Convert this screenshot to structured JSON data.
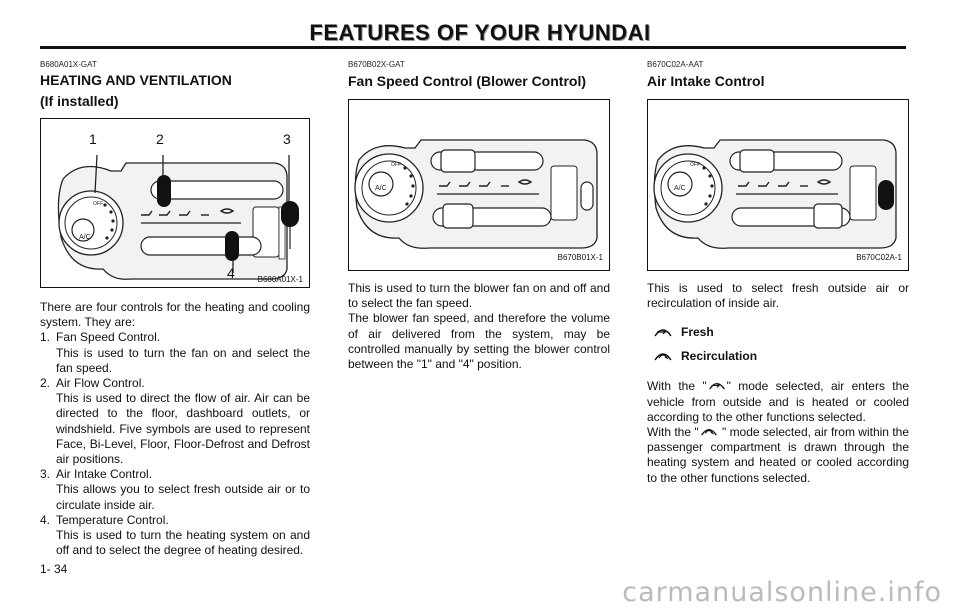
{
  "header": {
    "title": "FEATURES OF YOUR HYUNDAI"
  },
  "page": {
    "number": "1- 34"
  },
  "watermark": "carmanualsonline.info",
  "col1": {
    "code": "B680A01X-GAT",
    "title_line1": "HEATING AND VENTILATION",
    "title_line2": "(If installed)",
    "figure": {
      "caption": "B680A01X-1",
      "callouts": [
        "1",
        "2",
        "3",
        "4"
      ],
      "ac_label": "A/C",
      "off_label": "OFF"
    },
    "intro": "There are four controls for the heating and cooling system. They are:",
    "items": [
      {
        "num": "1.",
        "head": "Fan Speed Control.",
        "desc": "This is used to turn the fan on and select the fan speed."
      },
      {
        "num": "2.",
        "head": "Air Flow Control.",
        "desc": "This is used to direct the flow of air. Air can be directed to the floor, dashboard outlets, or windshield. Five symbols are used to represent Face, Bi-Level, Floor, Floor-Defrost and Defrost air positions."
      },
      {
        "num": "3.",
        "head": "Air Intake Control.",
        "desc": "This allows you to select fresh outside air or to circulate inside air."
      },
      {
        "num": "4.",
        "head": "Temperature Control.",
        "desc": "This is used to turn the heating system on and off and to select the degree of heating desired."
      }
    ]
  },
  "col2": {
    "code": "B670B02X-GAT",
    "title": "Fan Speed Control (Blower Control)",
    "figure": {
      "caption": "B670B01X-1",
      "ac_label": "A/C",
      "off_label": "OFF"
    },
    "text": "This is used to turn the blower fan on and off and to select the fan speed.\nThe blower fan speed, and therefore the volume of air delivered from the system, may be controlled manually by setting the blower control between the \"1\" and \"4\" position."
  },
  "col3": {
    "code": "B670C02A-AAT",
    "title": "Air Intake Control",
    "figure": {
      "caption": "B670C02A-1",
      "ac_label": "A/C",
      "off_label": "OFF"
    },
    "intro": "This is used to select fresh outside air or recirculation of inside air.",
    "legend": {
      "fresh": "Fresh",
      "recirc": "Recirculation"
    },
    "para1_a": "With the \"",
    "para1_b": "\" mode selected, air enters the vehicle from outside and is heated or cooled according to the other functions selected.",
    "para2_a": "With the \"",
    "para2_b": " \" mode selected, air from within the passenger compartment is drawn through the heating system and heated or cooled according to the other functions selected."
  }
}
